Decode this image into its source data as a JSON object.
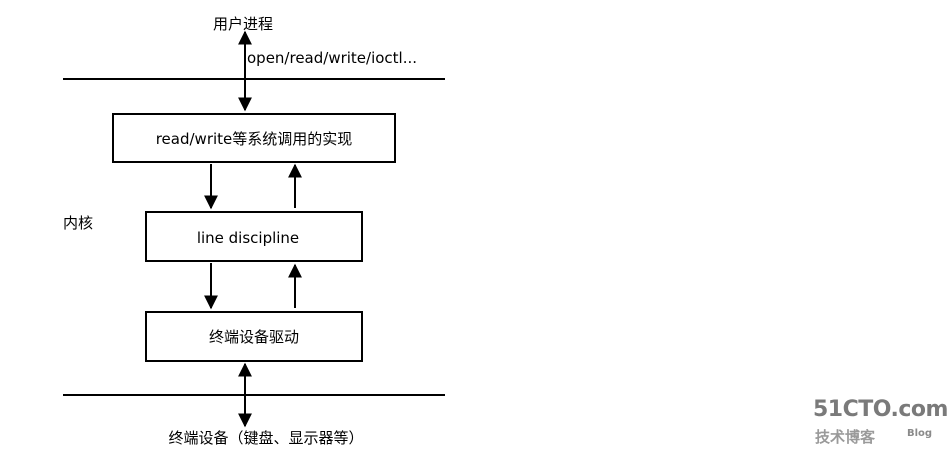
{
  "diagram": {
    "top_label": "用户进程",
    "syscalls_label": "open/read/write/ioctl...",
    "kernel_label": "内核",
    "box_syscall": "read/write等系统调用的实现",
    "box_line_discipline": "line discipline",
    "box_driver": "终端设备驱动",
    "bottom_label": "终端设备（键盘、显示器等）"
  },
  "watermark": {
    "site": "51CTO.com",
    "subtitle": "技术博客",
    "blog": "Blog"
  }
}
